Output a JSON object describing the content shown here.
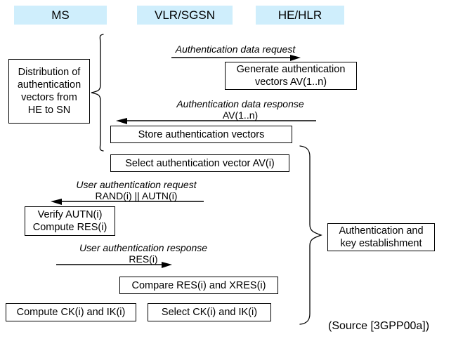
{
  "diagram": {
    "title_columns": [
      {
        "label": "MS"
      },
      {
        "label": "VLR/SGSN"
      },
      {
        "label": "HE/HLR"
      }
    ],
    "phase_labels": [
      {
        "lines": [
          "Distribution of",
          "authentication",
          "vectors from",
          "HE to SN"
        ]
      },
      {
        "lines": [
          "Authentication and",
          "key establishment"
        ]
      }
    ],
    "process_boxes": [
      {
        "lines": [
          "Generate authentication",
          "vectors AV(1..n)"
        ]
      },
      {
        "lines": [
          "Store authentication vectors"
        ]
      },
      {
        "lines": [
          "Select authentication vector AV(i)"
        ]
      },
      {
        "lines": [
          "Verify AUTN(i)",
          "Compute RES(i)"
        ]
      },
      {
        "lines": [
          "Compare RES(i) and XRES(i)"
        ]
      },
      {
        "lines": [
          "Compute CK(i) and IK(i)"
        ]
      },
      {
        "lines": [
          "Select CK(i) and IK(i)"
        ]
      }
    ],
    "messages": [
      {
        "title": "Authentication data request",
        "payload": "",
        "direction": "right"
      },
      {
        "title": "Authentication data response",
        "payload": "AV(1..n)",
        "direction": "left"
      },
      {
        "title": "User authentication request",
        "payload": "RAND(i) || AUTN(i)",
        "direction": "left"
      },
      {
        "title": "User authentication response",
        "payload": "RES(i)",
        "direction": "right"
      }
    ],
    "source_note": "(Source [3GPP00a])",
    "colors": {
      "header_fill": "#cfeefc",
      "line": "#000000",
      "background": "#ffffff"
    }
  }
}
